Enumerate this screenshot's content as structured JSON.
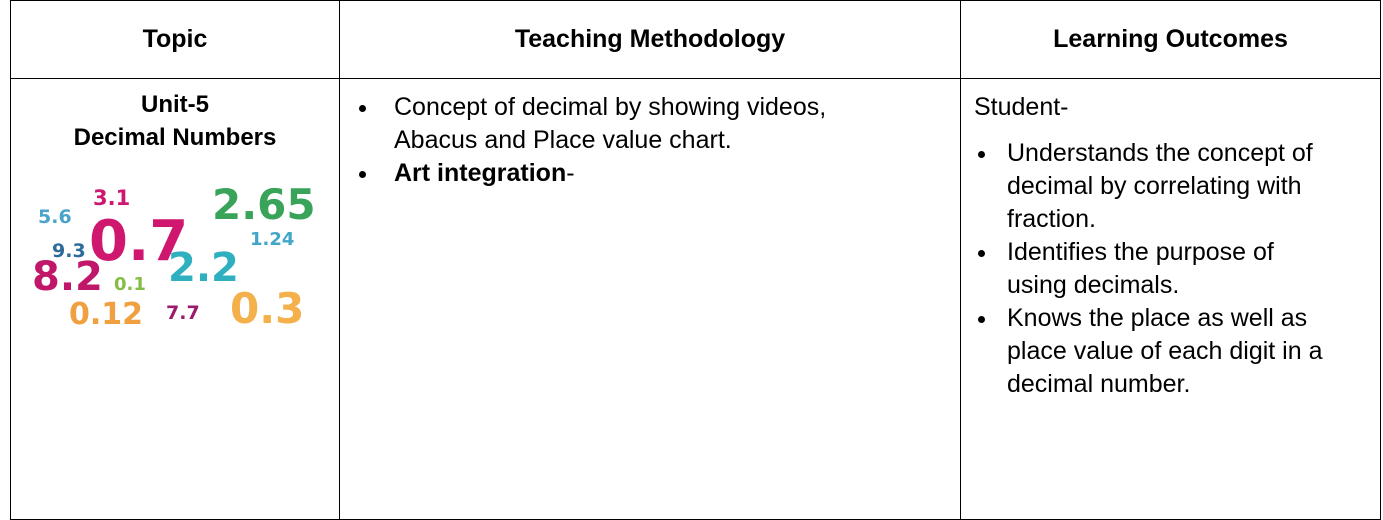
{
  "headers": {
    "topic": "Topic",
    "methodology": "Teaching Methodology",
    "outcomes": "Learning Outcomes"
  },
  "topic": {
    "unit": "Unit-5",
    "name": "Decimal Numbers",
    "illustration_numbers": [
      {
        "text": "5.6",
        "color": "#4aa3c9"
      },
      {
        "text": "3.1",
        "color": "#d0176f"
      },
      {
        "text": "2.65",
        "color": "#3aa35a"
      },
      {
        "text": "9.3",
        "color": "#2d6b9a"
      },
      {
        "text": "0.7",
        "color": "#d0176f"
      },
      {
        "text": "1.24",
        "color": "#42a7c7"
      },
      {
        "text": "8.2",
        "color": "#c0176a"
      },
      {
        "text": "0.1",
        "color": "#84bd45"
      },
      {
        "text": "2.2",
        "color": "#2eb0c0"
      },
      {
        "text": "0.12",
        "color": "#f0a040"
      },
      {
        "text": "7.7",
        "color": "#9b1b6d"
      },
      {
        "text": "0.3",
        "color": "#f4b04a"
      }
    ]
  },
  "methodology": {
    "items": [
      {
        "text": "Concept of decimal by showing videos, Abacus and Place value chart."
      },
      {
        "bold": "Art integration",
        "suffix": "-"
      }
    ]
  },
  "outcomes": {
    "intro": "Student-",
    "items": [
      "Understands the concept of decimal by correlating with fraction.",
      "Identifies the purpose of using decimals.",
      "Knows the place as well as place value of each digit in a decimal number."
    ]
  }
}
